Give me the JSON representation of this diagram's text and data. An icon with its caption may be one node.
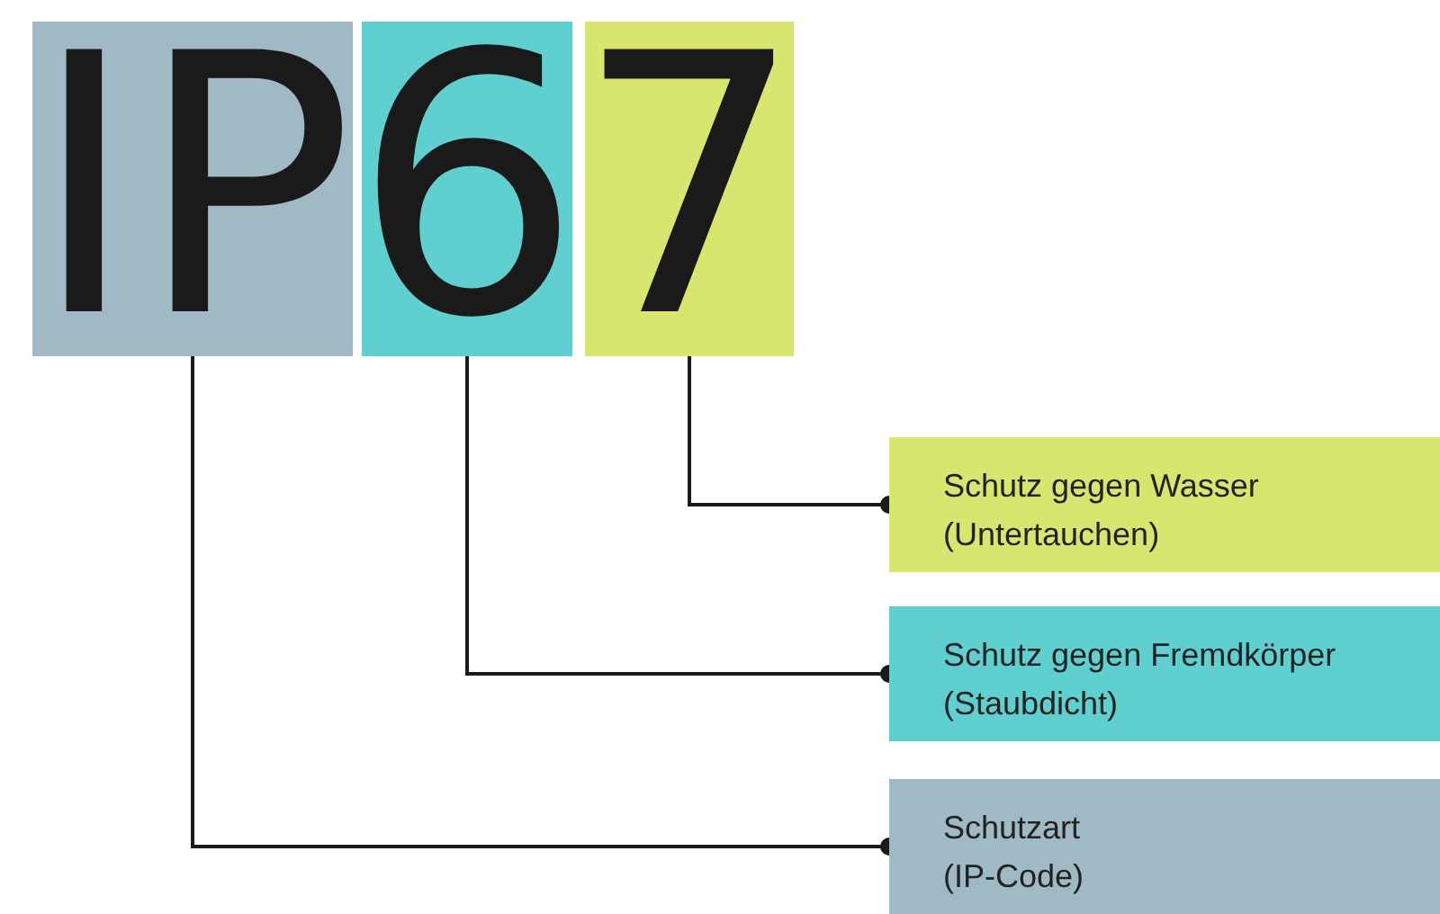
{
  "diagram": {
    "nodes": [
      {
        "text": [
          "IP"
        ]
      },
      {
        "text": [
          "6"
        ]
      },
      {
        "text": [
          "7"
        ]
      },
      {
        "text": [
          "Schutz gegen Wasser",
          "(Untertauchen)"
        ]
      },
      {
        "text": [
          "Schutz gegen Fremdkörper",
          "(Staubdicht)"
        ]
      },
      {
        "text": [
          "Schutzart",
          "(IP-Code)"
        ]
      }
    ],
    "edges": [
      {
        "from": 2,
        "to": 3,
        "arrow": "other"
      },
      {
        "from": 1,
        "to": 4,
        "arrow": "other"
      },
      {
        "from": 0,
        "to": 5,
        "arrow": "other"
      }
    ]
  }
}
